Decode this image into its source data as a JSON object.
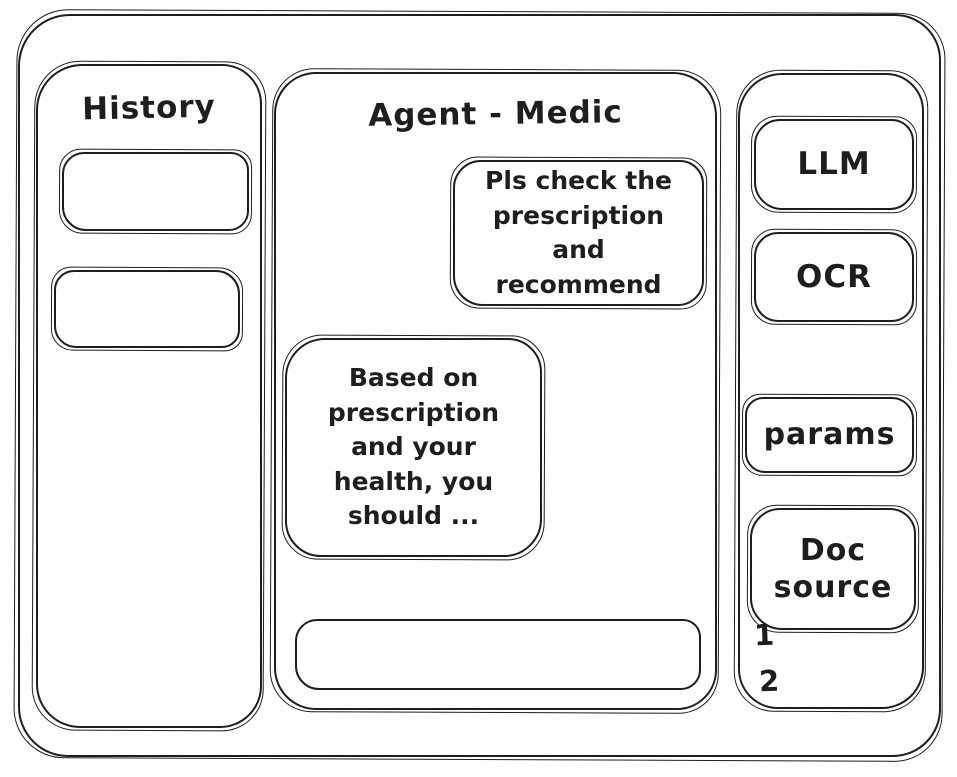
{
  "app": {
    "ink_color": "#1e1e1e",
    "background_color": "#ffffff",
    "style": "hand-drawn wireframe"
  },
  "history_panel": {
    "title": "History",
    "items": [
      "",
      ""
    ]
  },
  "chat_panel": {
    "title": "Agent - Medic",
    "messages": [
      {
        "role": "user",
        "align": "right",
        "text": "Pls check the prescription and recommend"
      },
      {
        "role": "assistant",
        "align": "left",
        "text": "Based on prescription and your health, you should ..."
      }
    ],
    "input_value": "",
    "input_placeholder": ""
  },
  "tools_panel": {
    "buttons": [
      {
        "label": "LLM"
      },
      {
        "label": "OCR"
      },
      {
        "label": "params"
      },
      {
        "label": "Doc source"
      }
    ],
    "doc_source_list": [
      "1",
      "2"
    ]
  }
}
